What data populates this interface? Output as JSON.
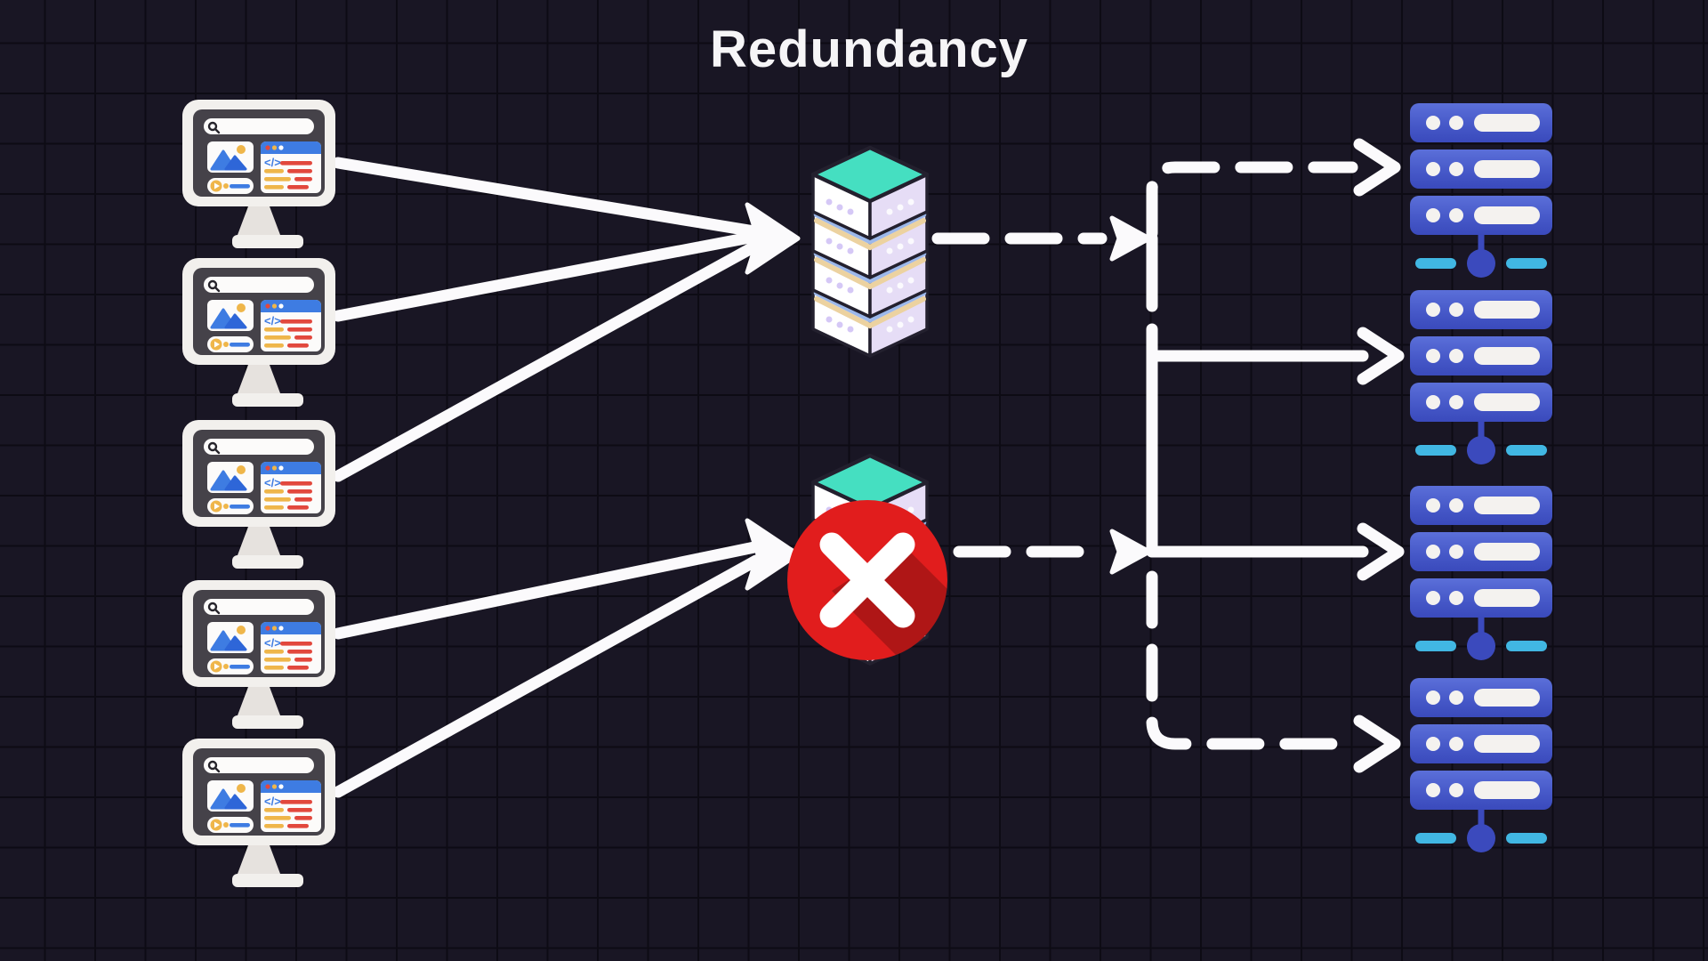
{
  "title": "Redundancy",
  "colors": {
    "background": "#191624",
    "grid_line": "#0d0b14",
    "title_white": "#f6f5f7",
    "line_white": "#fbfafc",
    "teal_top": "#45dfc1",
    "white_face": "#ffffff",
    "lavender_face": "#e6ddf6",
    "rim_blue": "#9cb8ea",
    "rim_cream": "#ecd2a0",
    "outline_dark": "#23202e",
    "alert_red": "#e11d1d",
    "server_blue_light": "#5b6fd9",
    "server_blue_dark": "#3a4abc",
    "node_blue": "#3b4abd",
    "cyan_dash": "#41b7e3",
    "monitor_frame": "#f2f0ed",
    "screen_dark": "#454249",
    "ui_blue": "#3e7ce2",
    "ui_yellow": "#efb64a",
    "ui_red": "#e2483d"
  },
  "diagram": {
    "clients": [
      {
        "id": "client-1",
        "icon": "browser-monitor-icon"
      },
      {
        "id": "client-2",
        "icon": "browser-monitor-icon"
      },
      {
        "id": "client-3",
        "icon": "browser-monitor-icon"
      },
      {
        "id": "client-4",
        "icon": "browser-monitor-icon"
      },
      {
        "id": "client-5",
        "icon": "browser-monitor-icon"
      }
    ],
    "load_balancers": [
      {
        "id": "load-balancer-1",
        "status": "active",
        "icon": "server-stack-icon"
      },
      {
        "id": "load-balancer-2",
        "status": "failed",
        "icon": "server-stack-icon",
        "badge": "red-x-failure-icon"
      }
    ],
    "servers": [
      {
        "id": "server-1",
        "icon": "server-rack-icon"
      },
      {
        "id": "server-2",
        "icon": "server-rack-icon"
      },
      {
        "id": "server-3",
        "icon": "server-rack-icon"
      },
      {
        "id": "server-4",
        "icon": "server-rack-icon"
      }
    ],
    "connections": [
      {
        "from": "client-1",
        "to": "load-balancer-1",
        "style": "solid-arrow"
      },
      {
        "from": "client-2",
        "to": "load-balancer-1",
        "style": "solid-arrow"
      },
      {
        "from": "client-3",
        "to": "load-balancer-1",
        "style": "solid-arrow"
      },
      {
        "from": "client-4",
        "to": "load-balancer-2",
        "style": "solid-arrow"
      },
      {
        "from": "client-5",
        "to": "load-balancer-2",
        "style": "solid-arrow"
      },
      {
        "from": "load-balancer-1",
        "to": "distribution-bus",
        "style": "dashed-arrow"
      },
      {
        "from": "load-balancer-2",
        "to": "distribution-bus",
        "style": "dashed-arrow"
      },
      {
        "from": "distribution-bus",
        "to": "server-1",
        "style": "dashed-arrow"
      },
      {
        "from": "distribution-bus",
        "to": "server-2",
        "style": "solid-arrow"
      },
      {
        "from": "distribution-bus",
        "to": "server-3",
        "style": "solid-arrow"
      },
      {
        "from": "distribution-bus",
        "to": "server-4",
        "style": "dashed-arrow"
      }
    ]
  }
}
